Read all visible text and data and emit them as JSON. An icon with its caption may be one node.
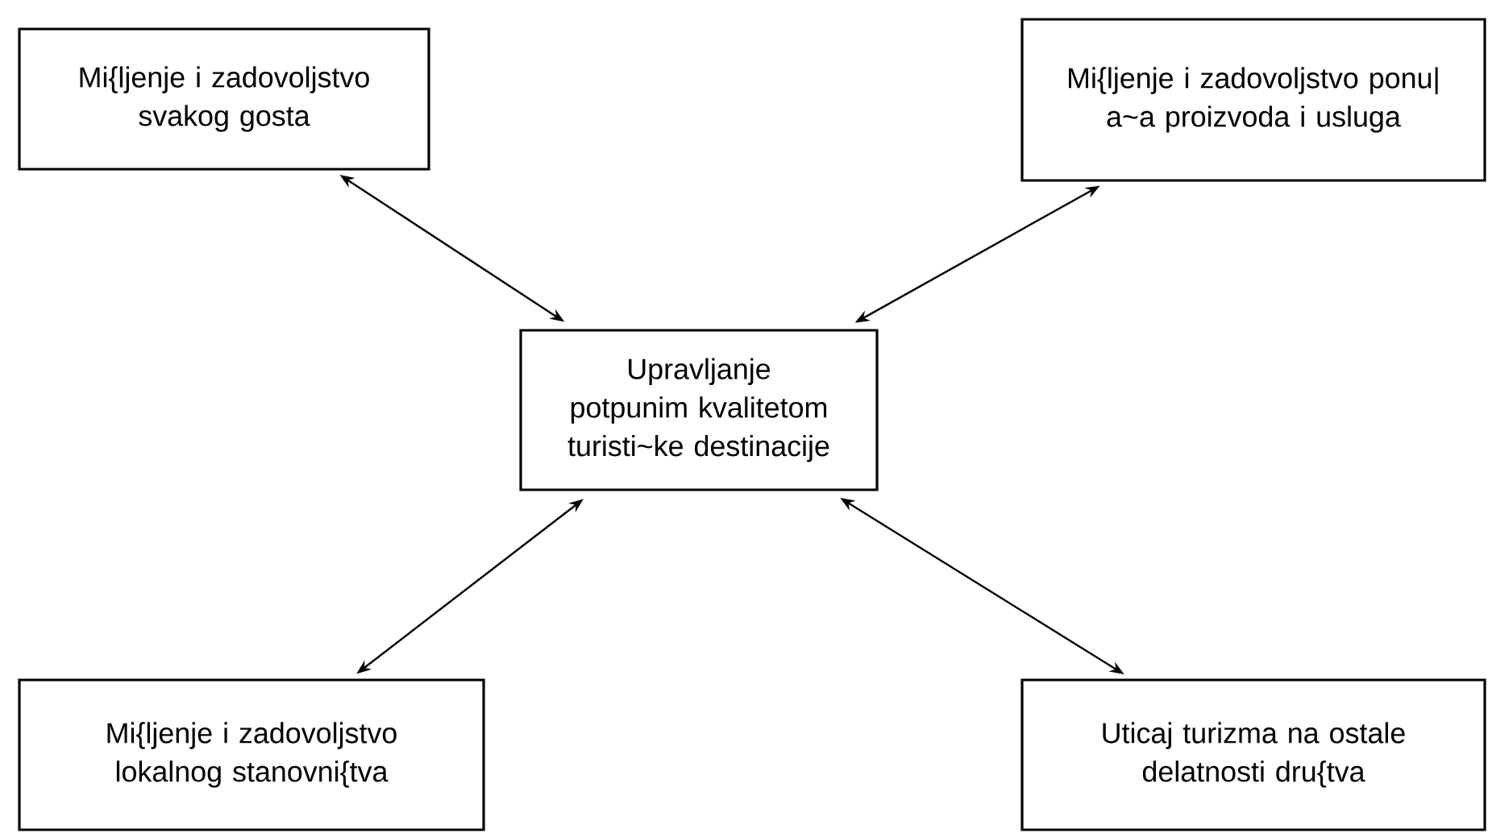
{
  "diagram": {
    "nodes": [
      {
        "text": [
          "Mi{ljenje i zadovoljstvo svakog gosta"
        ]
      },
      {
        "text": [
          "Mi{ljenje i zadovoljstvo ponu| a~a proizvoda i usluga"
        ]
      },
      {
        "text": [
          "Upravljanje potpunim kvalitetom turisti~ke destinacije"
        ]
      },
      {
        "text": [
          "Mi{ljenje i zadovoljstvo lokalnog stanovni{tva"
        ]
      },
      {
        "text": [
          "Uticaj turizma na ostale delatnosti dru{tva"
        ]
      }
    ],
    "edges": [
      {
        "from": 0,
        "to": 2,
        "arrow": "both"
      },
      {
        "from": 1,
        "to": 2,
        "arrow": "both"
      },
      {
        "from": 3,
        "to": 2,
        "arrow": "both"
      },
      {
        "from": 4,
        "to": 2,
        "arrow": "both"
      }
    ]
  }
}
